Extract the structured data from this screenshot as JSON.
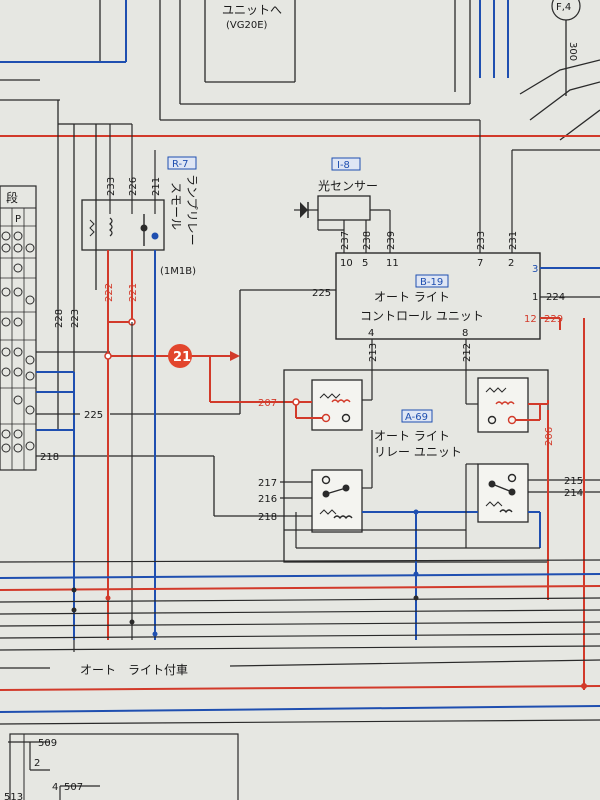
{
  "labels": {
    "unit_to": "ユニットへ",
    "vg20e": "(VG20E)",
    "r7_tag": "R-7",
    "r7_name1": "スモール",
    "r7_name2": "ランプリレー",
    "r7_code": "(1M1B)",
    "i8_tag": "I-8",
    "sensor": "光センサー",
    "b19_tag": "B-19",
    "ctrl1": "オート ライト",
    "ctrl2": "コントロール ユニット",
    "a69_tag": "A-69",
    "relay1": "オート ライト",
    "relay2": "リレー ユニット",
    "auto_car": "オート　ライト付車",
    "dan": "段",
    "p": "P",
    "circle21": "21",
    "f14": "F,4"
  },
  "wires": {
    "w233": "233",
    "w226": "226",
    "w211": "211",
    "w222": "222",
    "w221": "221",
    "w228": "228",
    "w223": "223",
    "w225a": "225",
    "w225b": "225",
    "w218a": "218",
    "w218b": "218",
    "w207": "207",
    "w217": "217",
    "w216": "216",
    "w237": "237",
    "w238": "238",
    "w239": "239",
    "w233b": "233",
    "w231": "231",
    "p10": "10",
    "p5": "5",
    "p11": "11",
    "p7": "7",
    "p2": "2",
    "p3": "3",
    "p1": "1",
    "w224": "224",
    "p12": "12",
    "w229": "229",
    "p4": "4",
    "p8": "8",
    "w213": "213",
    "w212": "212",
    "w206": "206",
    "w215": "215",
    "w214": "214",
    "w509": "509",
    "w507": "507",
    "p2b": "2",
    "p4b": "4",
    "w300": "300",
    "w513": "513"
  }
}
